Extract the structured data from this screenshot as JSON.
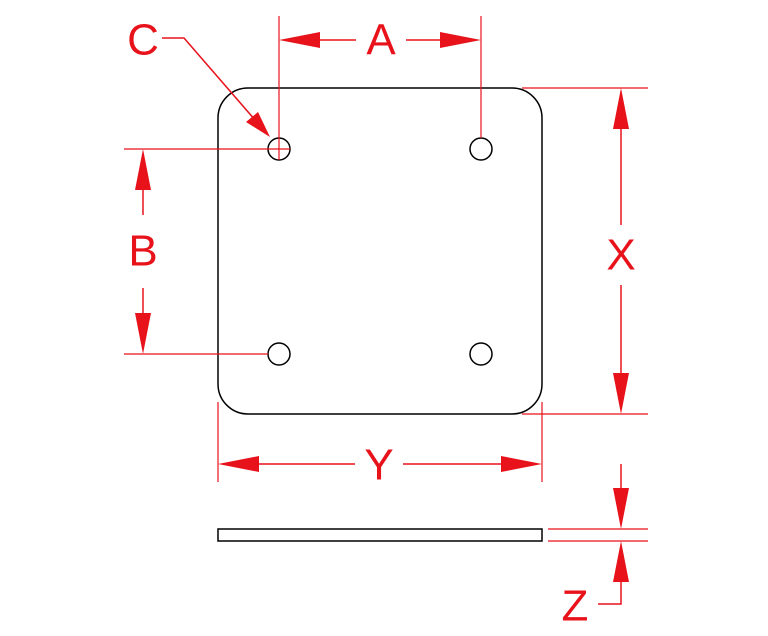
{
  "labels": {
    "a": "A",
    "b": "B",
    "c": "C",
    "x": "X",
    "y": "Y",
    "z": "Z"
  },
  "colors": {
    "dimension": "#e8121b",
    "part": "#000000",
    "background": "#ffffff"
  }
}
